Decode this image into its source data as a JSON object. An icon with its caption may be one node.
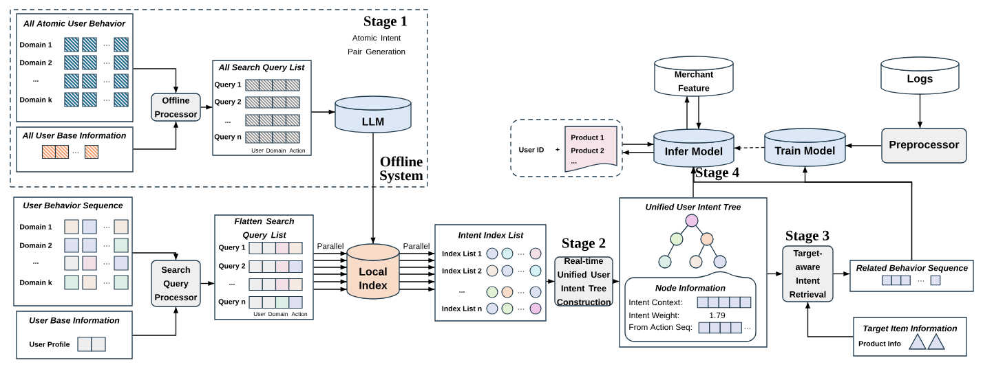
{
  "diagram": {
    "nodes": [
      {
        "text": [
          "Stage 1",
          "Atomic Intent Pair Generation",
          "Offline System"
        ]
      },
      {
        "text": [
          "All Atomic User Behavior",
          "Domain 1",
          "Domain 2",
          "...",
          "Domain k"
        ],
        "in": 0
      },
      {
        "text": [
          "All User Base Information"
        ],
        "in": 0
      },
      {
        "text": [
          "Offline Processor"
        ],
        "in": 0
      },
      {
        "text": [
          "All Search Query List",
          "Query 1",
          "Query 2",
          "...",
          "Query n",
          "User",
          "Domain",
          "Action"
        ],
        "in": 0
      },
      {
        "text": [
          "LLM"
        ],
        "in": 0
      },
      {
        "text": [
          "User Behavior Sequence",
          "Domain 1",
          "Domain 2",
          "...",
          "Domain k"
        ]
      },
      {
        "text": [
          "User Base Information",
          "User Profile"
        ]
      },
      {
        "text": [
          "Search Query Processor"
        ]
      },
      {
        "text": [
          "Flatten Search Query List",
          "Query 1",
          "Query 2",
          "...",
          "Query n",
          "User",
          "Domain",
          "Action"
        ]
      },
      {
        "text": [
          "Local Index"
        ]
      },
      {
        "text": [
          "Intent Index List",
          "Index List 1",
          "Index List 2",
          "...",
          "Index List n"
        ]
      },
      {
        "text": [
          "Real-time Unified User Intent Tree Construction"
        ],
        "beside": [
          "Stage 2"
        ]
      },
      {
        "text": [
          "Unified User Intent Tree"
        ]
      },
      {
        "text": [
          "Node Information",
          "Intent Context:",
          "Intent Weight:",
          "1.79",
          "From Action Seq:"
        ],
        "in": 13
      },
      {
        "text": [
          "Target-aware Intent Retrieval"
        ],
        "beside": [
          "Stage 3"
        ]
      },
      {
        "text": [
          "Related Behavior Sequence"
        ]
      },
      {
        "text": [
          "Target Item Information",
          "Product Info"
        ]
      },
      {
        "text": [
          "User ID",
          "+"
        ]
      },
      {
        "text": [
          "Product 1",
          "Product 2",
          "..."
        ],
        "in": 18
      },
      {
        "text": [
          "Merchant Feature"
        ]
      },
      {
        "text": [
          "Infer Model"
        ]
      },
      {
        "text": [
          "Train Model"
        ]
      },
      {
        "text": [
          "Logs"
        ]
      },
      {
        "text": [
          "Preprocessor"
        ]
      }
    ],
    "edges": [
      {
        "from": 1,
        "to": 3,
        "arrow": "to"
      },
      {
        "from": 2,
        "to": 3,
        "arrow": "to"
      },
      {
        "from": 3,
        "to": 4,
        "arrow": "to"
      },
      {
        "from": 4,
        "to": 5,
        "arrow": "to"
      },
      {
        "from": 5,
        "to": 10,
        "arrow": "to"
      },
      {
        "from": 6,
        "to": 8,
        "arrow": "to"
      },
      {
        "from": 7,
        "to": 8,
        "arrow": "to"
      },
      {
        "from": 8,
        "to": 9,
        "arrow": "to"
      },
      {
        "from": 9,
        "to": 10,
        "arrow": "to",
        "label": "Parallel"
      },
      {
        "from": 10,
        "to": 11,
        "arrow": "to",
        "label": "Parallel"
      },
      {
        "from": 11,
        "to": 12,
        "arrow": "to"
      },
      {
        "from": 12,
        "to": 13,
        "arrow": "to"
      },
      {
        "from": 13,
        "to": 15,
        "arrow": "to"
      },
      {
        "from": 15,
        "to": 16,
        "arrow": "to"
      },
      {
        "from": 17,
        "to": 15,
        "arrow": "to"
      },
      {
        "from": 13,
        "to": 21,
        "arrow": "to"
      },
      {
        "from": 16,
        "to": 21,
        "arrow": "to"
      },
      {
        "from": 16,
        "to": 22,
        "arrow": "to"
      },
      {
        "from": 21,
        "to": 20,
        "arrow": "to"
      },
      {
        "from": 20,
        "to": 21,
        "arrow": "to"
      },
      {
        "from": 22,
        "to": 21,
        "arrow": "to",
        "style": "dashed"
      },
      {
        "from": 24,
        "to": 22,
        "arrow": "to"
      },
      {
        "from": 23,
        "to": 24,
        "arrow": "to"
      },
      {
        "from": 18,
        "to": 21,
        "arrow": "to"
      },
      {
        "from": 21,
        "to": 18,
        "arrow": "to"
      }
    ],
    "labels": [
      "Stage 4"
    ]
  }
}
